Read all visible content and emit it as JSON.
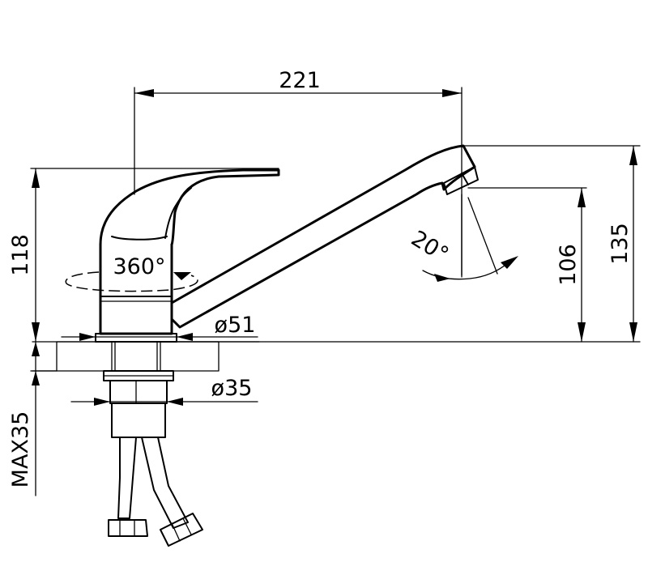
{
  "dimensions": {
    "spout_reach": "221",
    "body_height": "118",
    "spout_outlet_height": "106",
    "total_height": "135",
    "rotation_angle": "360°",
    "tilt_angle": "20°",
    "base_diameter": "ø51",
    "shank_diameter": "ø35",
    "max_counter_thickness": "MAX35"
  },
  "colors": {
    "line": "#000000",
    "background": "#ffffff"
  }
}
